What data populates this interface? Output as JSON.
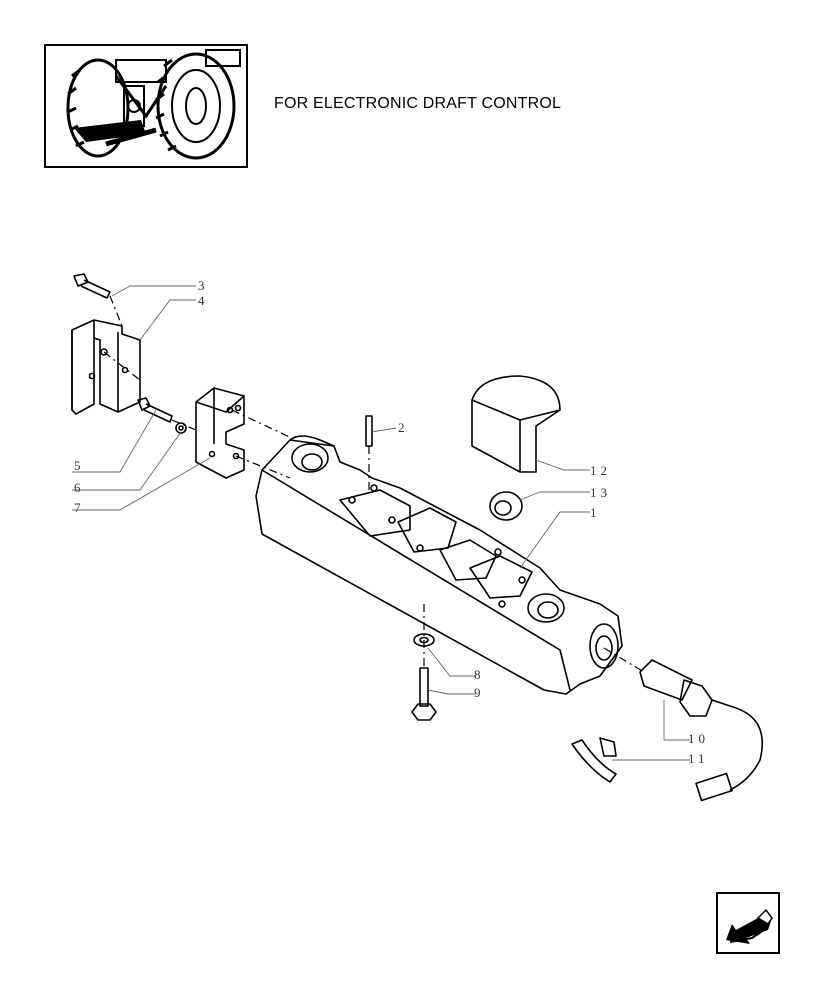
{
  "header": {
    "title": "FOR ELECTRONIC DRAFT CONTROL"
  },
  "thumbnail": {
    "icon": "tractor-rear-hitch-icon"
  },
  "callouts": [
    {
      "id": "c3",
      "label": "3"
    },
    {
      "id": "c4",
      "label": "4"
    },
    {
      "id": "c2",
      "label": "2"
    },
    {
      "id": "c12",
      "label": "12"
    },
    {
      "id": "c13",
      "label": "13"
    },
    {
      "id": "c1",
      "label": "1"
    },
    {
      "id": "c5",
      "label": "5"
    },
    {
      "id": "c6",
      "label": "6"
    },
    {
      "id": "c7",
      "label": "7"
    },
    {
      "id": "c8",
      "label": "8"
    },
    {
      "id": "c9",
      "label": "9"
    },
    {
      "id": "c10",
      "label": "10"
    },
    {
      "id": "c11",
      "label": "11"
    }
  ],
  "navigation": {
    "icon": "arrow-back-icon"
  }
}
